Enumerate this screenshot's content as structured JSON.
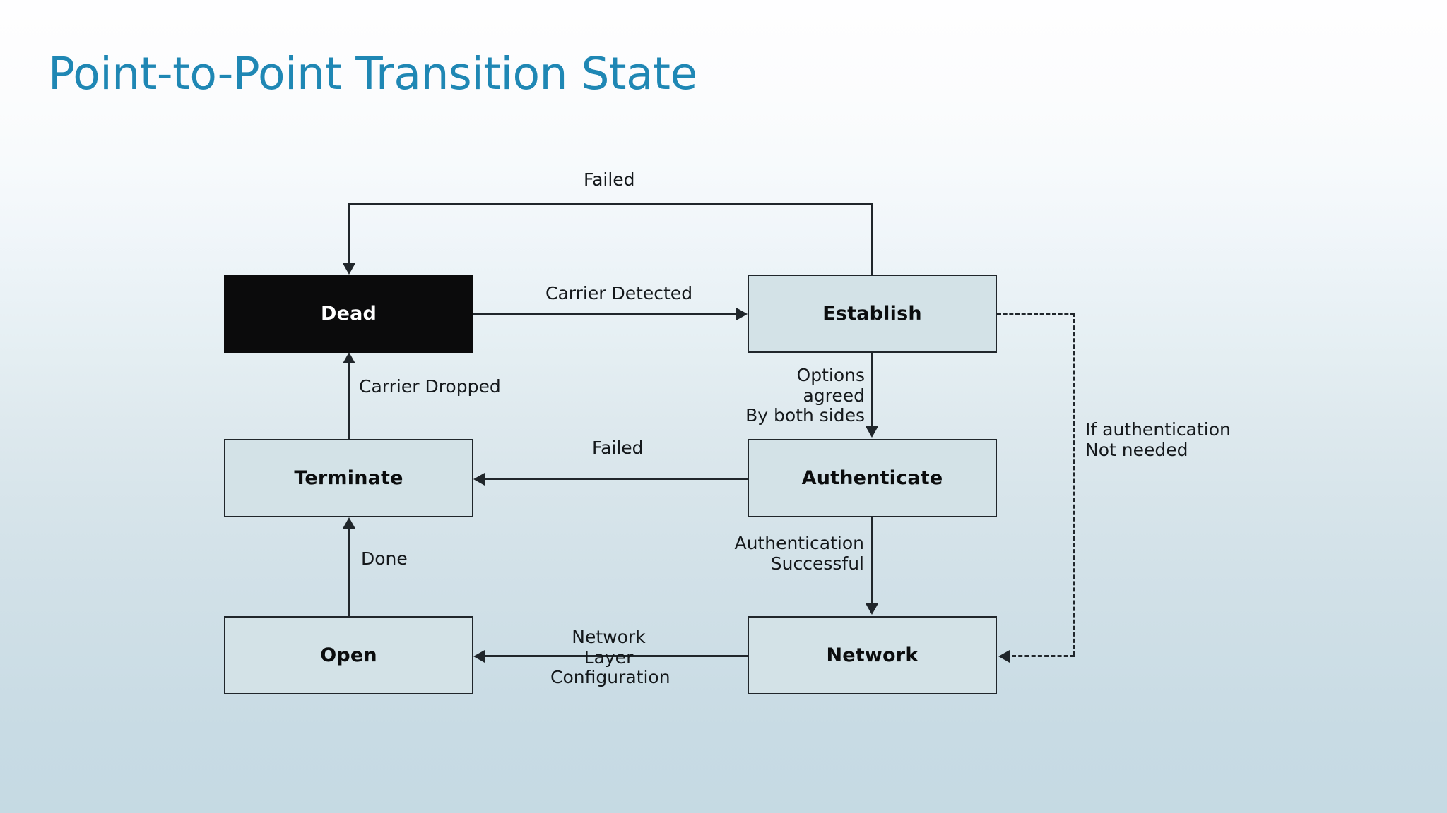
{
  "slide": {
    "title": "Point-to-Point Transition State",
    "title_color": "#1f87b4",
    "background_top_color": "#fefeff",
    "background_bottom_color": "#c5dae3"
  },
  "diagram": {
    "type": "state-transition",
    "node_fill": "#d3e2e7",
    "node_stroke": "#20262b",
    "active_node_fill": "#0b0b0c",
    "nodes": [
      {
        "id": "dead",
        "label": "Dead",
        "highlight": true
      },
      {
        "id": "establish",
        "label": "Establish",
        "highlight": false
      },
      {
        "id": "terminate",
        "label": "Terminate",
        "highlight": false
      },
      {
        "id": "authenticate",
        "label": "Authenticate",
        "highlight": false
      },
      {
        "id": "open",
        "label": "Open",
        "highlight": false
      },
      {
        "id": "network",
        "label": "Network",
        "highlight": false
      }
    ],
    "edges": [
      {
        "id": "establish-dead",
        "from": "establish",
        "to": "dead",
        "label": "Failed",
        "style": "solid"
      },
      {
        "id": "dead-establish",
        "from": "dead",
        "to": "establish",
        "label": "Carrier Detected",
        "style": "solid"
      },
      {
        "id": "establish-auth",
        "from": "establish",
        "to": "authenticate",
        "label": "Options agreed\nBy both sides",
        "style": "solid"
      },
      {
        "id": "auth-terminate",
        "from": "authenticate",
        "to": "terminate",
        "label": "Failed",
        "style": "solid"
      },
      {
        "id": "auth-network",
        "from": "authenticate",
        "to": "network",
        "label": "Authentication\nSuccessful",
        "style": "solid"
      },
      {
        "id": "network-open",
        "from": "network",
        "to": "open",
        "label": "Network Layer\nConfiguration",
        "style": "solid"
      },
      {
        "id": "open-terminate",
        "from": "open",
        "to": "terminate",
        "label": "Done",
        "style": "solid"
      },
      {
        "id": "terminate-dead",
        "from": "terminate",
        "to": "dead",
        "label": "Carrier Dropped",
        "style": "solid"
      },
      {
        "id": "establish-network",
        "from": "establish",
        "to": "network",
        "label": "If authentication\nNot needed",
        "style": "dashed"
      }
    ]
  }
}
